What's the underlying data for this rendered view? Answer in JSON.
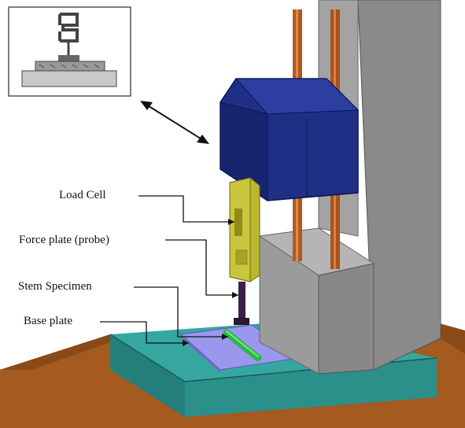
{
  "labels": {
    "load_cell": "Load Cell",
    "force_plate": "Force plate (probe)",
    "stem_specimen": "Stem Specimen",
    "base_plate": "Base plate"
  },
  "colors": {
    "crosshead": "#1f2f86",
    "load_cell": "#b9b62a",
    "column": "#8e8e8e",
    "base": "#2b8f8a",
    "rods": "#a8521e",
    "table": "#a55a1f",
    "base_plate": "#8f8ce8",
    "specimen": "#2fb64a",
    "probe": "#3a1f46"
  }
}
